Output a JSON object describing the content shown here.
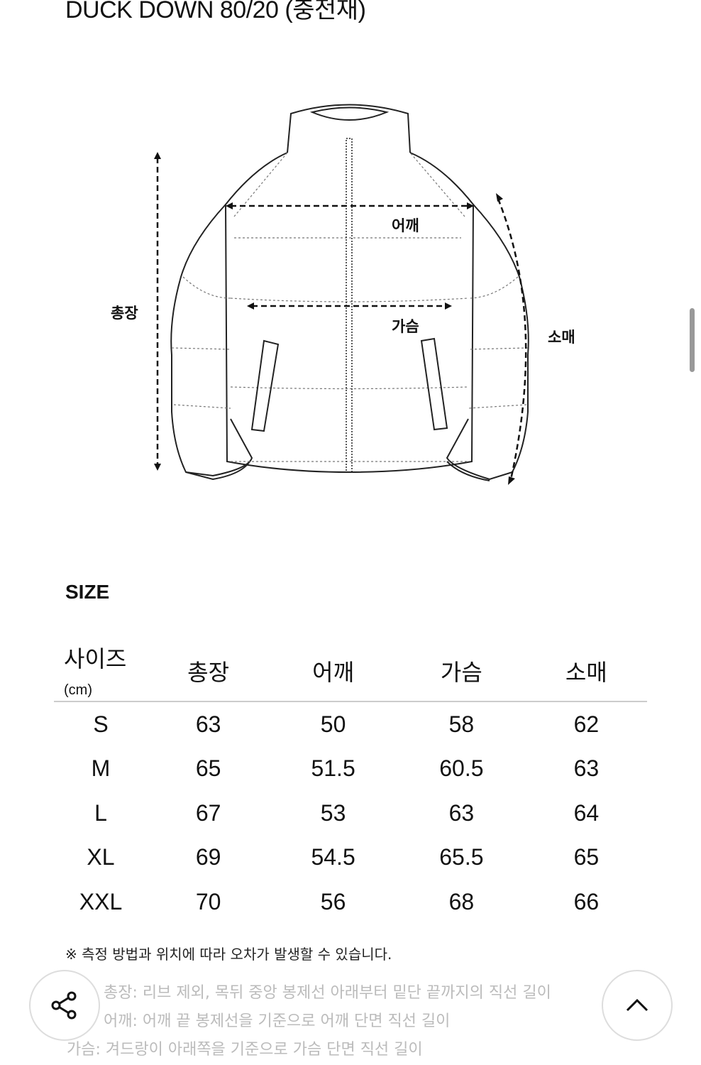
{
  "title": "DUCK DOWN 80/20 (충전재)",
  "diagram_labels": {
    "length": "총장",
    "shoulder": "어깨",
    "chest": "가슴",
    "sleeve": "소매"
  },
  "size_section": {
    "heading": "SIZE",
    "columns": [
      "사이즈",
      "(cm)",
      "총장",
      "어깨",
      "가슴",
      "소매"
    ],
    "rows": [
      [
        "S",
        "63",
        "50",
        "58",
        "62"
      ],
      [
        "M",
        "65",
        "51.5",
        "60.5",
        "63"
      ],
      [
        "L",
        "67",
        "53",
        "63",
        "64"
      ],
      [
        "XL",
        "69",
        "54.5",
        "65.5",
        "65"
      ],
      [
        "XXL",
        "70",
        "56",
        "68",
        "66"
      ]
    ]
  },
  "note": "※ 측정 방법과 위치에 따라 오차가 발생할 수 있습니다.",
  "definitions": [
    "총장: 리브 제외, 목뒤 중앙 봉제선 아래부터 밑단 끝까지의 직선 길이",
    "어깨: 어깨 끝 봉제선을 기준으로 어깨 단면 직선 길이",
    "가슴: 겨드랑이 아래쪽을 기준으로 가슴 단면 직선 길이"
  ],
  "icons": {
    "share": "share-icon",
    "scroll_top": "chevron-up-icon"
  }
}
